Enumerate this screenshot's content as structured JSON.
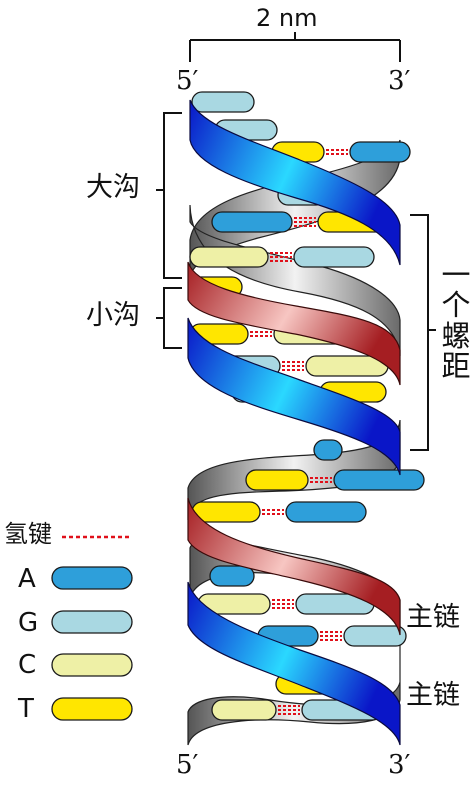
{
  "labels": {
    "width": "2 nm",
    "top_left_end": "5′",
    "top_right_end": "3′",
    "bottom_left_end": "5′",
    "bottom_right_end": "3′",
    "major_groove": "大沟",
    "minor_groove": "小沟",
    "one_turn": "一个螺距",
    "backbone_1": "主链",
    "backbone_2": "主链"
  },
  "legend": {
    "hydrogen_bond": "氢键",
    "items": [
      {
        "letter": "A",
        "color": "#2E9FDA"
      },
      {
        "letter": "G",
        "color": "#A9D8E2"
      },
      {
        "letter": "C",
        "color": "#EEF0A6"
      },
      {
        "letter": "T",
        "color": "#FFE600"
      }
    ]
  },
  "colors": {
    "strand_blue": "#0A1FD8",
    "strand_blue_highlight": "#2AD8FF",
    "strand_red": "#B5282C",
    "strand_red_highlight": "#F6C2BE",
    "strand_gray": "#8A8A8A",
    "hydrogen_bond": "#E0101A"
  }
}
